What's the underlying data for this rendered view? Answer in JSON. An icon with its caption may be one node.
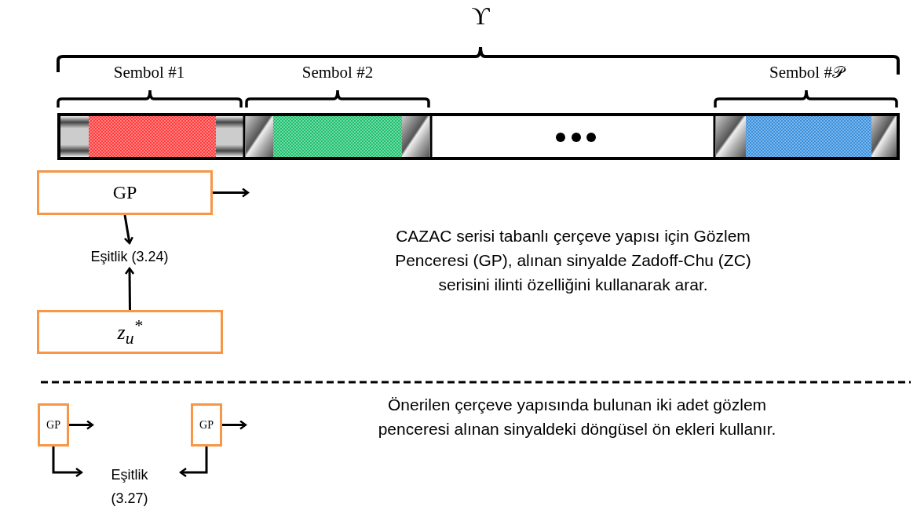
{
  "diagram": {
    "nodes": [
      {
        "text": [
          "GP"
        ]
      },
      {
        "text": [
          "Eşitlik (3.24)"
        ]
      },
      {
        "text": [
          "z$_{u}$$^{*}$"
        ]
      },
      {
        "text": [
          "GP"
        ]
      },
      {
        "text": [
          "GP"
        ]
      },
      {
        "text": [
          "Eşitlik (3.27)"
        ]
      }
    ],
    "edges": [
      {
        "from": 0,
        "to": null,
        "arrow": "to"
      },
      {
        "from": 0,
        "to": 1,
        "arrow": "to"
      },
      {
        "from": 2,
        "to": 1,
        "arrow": "to"
      },
      {
        "from": 3,
        "to": null,
        "arrow": "to"
      },
      {
        "from": 3,
        "to": 5,
        "arrow": "to"
      },
      {
        "from": 4,
        "to": null,
        "arrow": "to"
      },
      {
        "from": 4,
        "to": 5,
        "arrow": "to"
      }
    ],
    "labels": [
      "ϒ",
      "Sembol #1",
      "Sembol #2",
      "Sembol #𝒫",
      "CAZAC serisi tabanlı çerçeve yapısı için Gözlem Penceresi (GP), alınan sinyalde Zadoff-Chu (ZC)  serisini ilinti özelliğini kullanarak arar.",
      "Önerilen çerçeve yapısında bulunan iki adet gözlem penceresi alınan sinyaldeki döngüsel ön ekleri kullanır."
    ]
  }
}
